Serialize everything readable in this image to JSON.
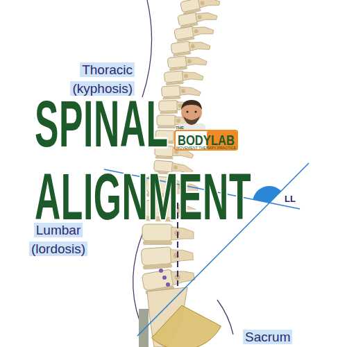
{
  "diagram": {
    "title": "SPINAL ALIGNMENT",
    "nodes": [
      {
        "text": [
          "Thoracic (kyphosis)"
        ]
      },
      {
        "text": [
          "Lumbar (lordosis)"
        ]
      },
      {
        "text": [
          "Sacrum"
        ]
      }
    ],
    "labels": [
      "LL",
      "THE",
      "BODYLAB",
      "MOVEMENT THERAPY PRACTICE"
    ]
  }
}
